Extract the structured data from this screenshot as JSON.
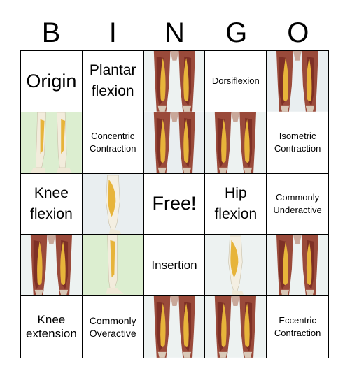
{
  "header": {
    "letters": [
      "B",
      "I",
      "N",
      "G",
      "O"
    ]
  },
  "cells": [
    {
      "text": "Origin",
      "size": "big"
    },
    {
      "text": "Plantar flexion",
      "size": "med"
    },
    {
      "image": "thigh-front-muscle-icon",
      "variant": "a"
    },
    {
      "text": "Dorsiflexion",
      "size": "xs"
    },
    {
      "image": "thigh-front-muscle-icon",
      "variant": "b"
    },
    {
      "image": "lower-leg-front-icon",
      "variant": "shin"
    },
    {
      "text": "Concentric Contraction",
      "size": "xs"
    },
    {
      "image": "thigh-front-muscle-icon",
      "variant": "c"
    },
    {
      "image": "thigh-front-muscle-icon",
      "variant": "d"
    },
    {
      "text": "Isometric Contraction",
      "size": "xs"
    },
    {
      "text": "Knee flexion",
      "size": "med"
    },
    {
      "image": "calf-muscle-icon",
      "variant": "calf-a"
    },
    {
      "text": "Free!",
      "size": "big"
    },
    {
      "text": "Hip flexion",
      "size": "med"
    },
    {
      "text": "Commonly Underactive",
      "size": "xs"
    },
    {
      "image": "thigh-front-muscle-icon",
      "variant": "e"
    },
    {
      "image": "lower-leg-side-icon",
      "variant": "shin-b"
    },
    {
      "text": "Insertion",
      "size": "mid"
    },
    {
      "image": "calf-muscle-icon",
      "variant": "calf-b"
    },
    {
      "image": "thigh-front-muscle-icon",
      "variant": "f"
    },
    {
      "text": "Knee extension",
      "size": "mid"
    },
    {
      "text": "Commonly Overactive",
      "size": "sm"
    },
    {
      "image": "thigh-front-muscle-icon",
      "variant": "g"
    },
    {
      "image": "thigh-front-muscle-icon",
      "variant": "h"
    },
    {
      "text": "Eccentric Contraction",
      "size": "xs"
    }
  ]
}
